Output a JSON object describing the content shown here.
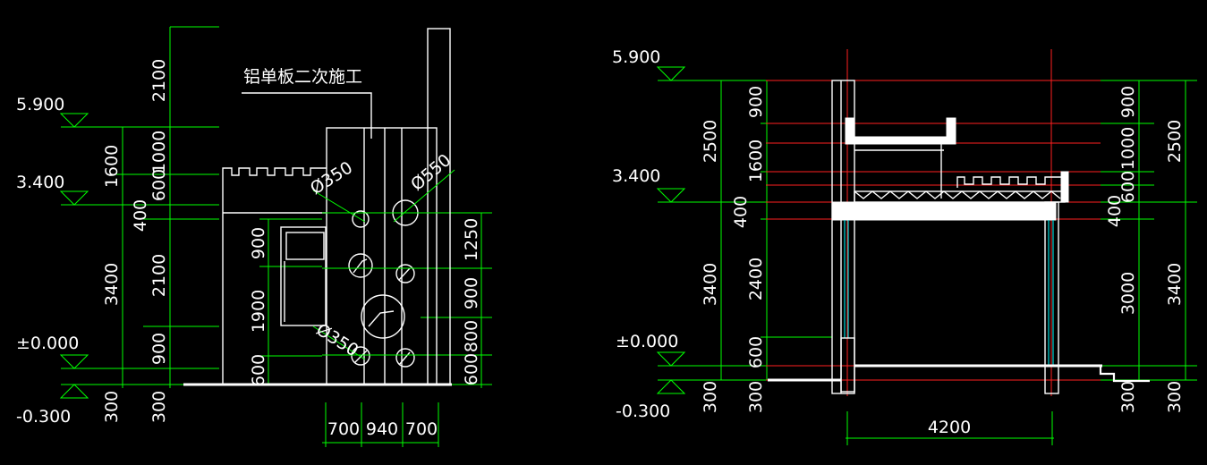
{
  "left": {
    "label": "铝单板二次施工",
    "elev": {
      "e590": "5.900",
      "e340": "3.400",
      "e0": "±0.000",
      "em03": "-0.300"
    },
    "outer_dims": [
      "300",
      "3400",
      "1600"
    ],
    "mid_dims": [
      "300",
      "900",
      "2100",
      "400",
      "600",
      "1000",
      "2100"
    ],
    "inner_dims": [
      "600",
      "1900",
      "900"
    ],
    "right_dims": [
      "600",
      "800",
      "900",
      "1250"
    ],
    "bottom_dims": [
      "700",
      "940",
      "700"
    ],
    "diameters": [
      "Ø350",
      "Ø550",
      "Ø350"
    ]
  },
  "right": {
    "elev": {
      "e590": "5.900",
      "e340": "3.400",
      "e0": "±0.000",
      "em03": "-0.300"
    },
    "l_outer_dims": [
      "300",
      "3400",
      "2500"
    ],
    "l_inner_dims": [
      "300",
      "600",
      "2400",
      "400",
      "1600",
      "900"
    ],
    "r_inner_dims": [
      "300",
      "3000",
      "400",
      "600",
      "1000",
      "900"
    ],
    "r_outer_dims": [
      "300",
      "3400",
      "2500"
    ],
    "bottom_dim": "4200"
  }
}
